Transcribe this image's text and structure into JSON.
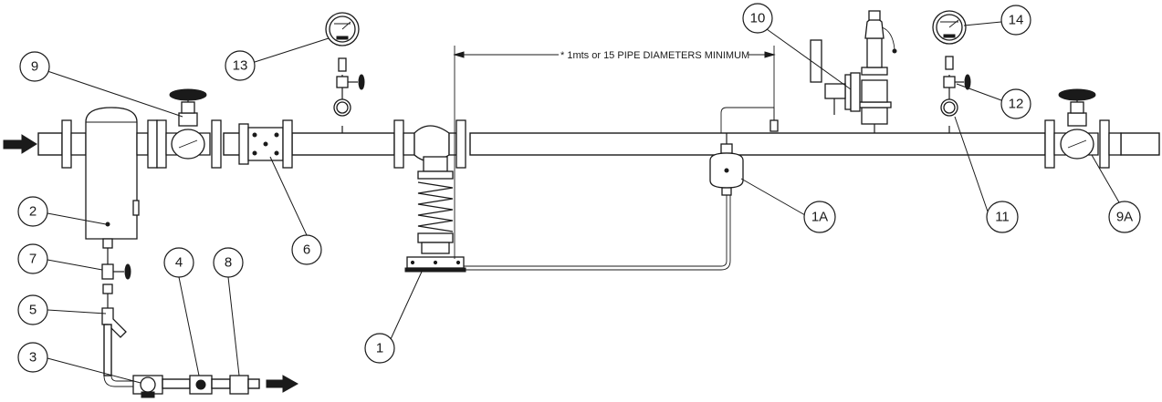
{
  "annotation": "* 1mts or 15 PIPE DIAMETERS MINIMUM",
  "callouts": [
    {
      "id": "c9",
      "label": "9"
    },
    {
      "id": "c13",
      "label": "13"
    },
    {
      "id": "c10",
      "label": "10"
    },
    {
      "id": "c14",
      "label": "14"
    },
    {
      "id": "c12",
      "label": "12"
    },
    {
      "id": "c2",
      "label": "2"
    },
    {
      "id": "c7",
      "label": "7"
    },
    {
      "id": "c6",
      "label": "6"
    },
    {
      "id": "c4",
      "label": "4"
    },
    {
      "id": "c8",
      "label": "8"
    },
    {
      "id": "c5",
      "label": "5"
    },
    {
      "id": "c3",
      "label": "3"
    },
    {
      "id": "c1",
      "label": "1"
    },
    {
      "id": "c1A",
      "label": "1A"
    },
    {
      "id": "c11",
      "label": "11"
    },
    {
      "id": "c9A",
      "label": "9A"
    }
  ],
  "colors": {
    "line": "#1a1a1a",
    "background": "#ffffff"
  }
}
